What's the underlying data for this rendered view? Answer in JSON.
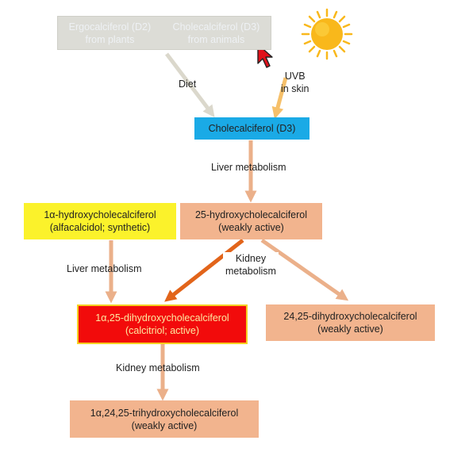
{
  "colors": {
    "grey_box": "#dcdcd6",
    "blue_box": "#1aaae6",
    "peach_box": "#f2b48e",
    "yellow_box": "#fbf22b",
    "red_box": "#f20b0b",
    "red_border": "#f5d020",
    "arrow_grey": "#dbd8cc",
    "arrow_sun": "#f6c06a",
    "arrow_peach": "#ebb08a",
    "arrow_dark": "#e2641a",
    "sun": "#f9b81b",
    "cursor": "#e0121b"
  },
  "icons": [
    "sun-icon",
    "mouse-cursor-icon"
  ],
  "boxes": {
    "sources": {
      "ergo_line1": "Ergocalciferol (D2)",
      "ergo_line2": "from plants",
      "chole_line1": "Cholecalciferol (D3)",
      "chole_line2": "from animals"
    },
    "d3": {
      "line1": "Cholecalciferol (D3)"
    },
    "alfacalcidol": {
      "line1": "1α-hydroxycholecalciferol",
      "line2": "(alfacalcidol; synthetic)"
    },
    "hydroxy25": {
      "line1": "25-hydroxycholecalciferol",
      "line2": "(weakly active)"
    },
    "calcitriol": {
      "line1": "1α,25-dihydroxycholecalciferol",
      "line2": "(calcitriol; active)"
    },
    "dihydroxy2425": {
      "line1": "24,25-dihydroxycholecalciferol",
      "line2": "(weakly active)"
    },
    "trihydroxy": {
      "line1": "1α,24,25-trihydroxycholecalciferol",
      "line2": "(weakly active)"
    }
  },
  "labels": {
    "diet": "Diet",
    "uvb_line1": "UVB",
    "uvb_line2": "in skin",
    "liver1": "Liver metabolism",
    "liver2": "Liver metabolism",
    "kidney1_line1": "Kidney",
    "kidney1_line2": "metabolism",
    "kidney2": "Kidney metabolism"
  }
}
